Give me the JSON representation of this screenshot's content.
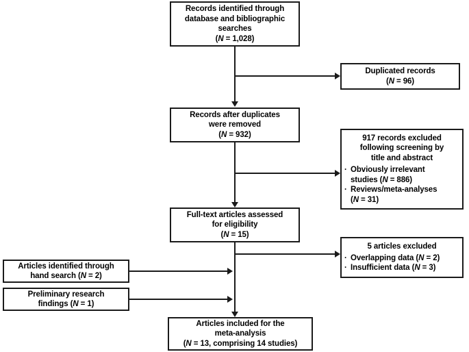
{
  "diagram": {
    "title": "PRISMA study selection flow diagram",
    "type": "flowchart",
    "accent_color": "#1a1a1a",
    "background_color": "#ffffff"
  },
  "boxes": {
    "identified": {
      "line1": "Records identified through",
      "line2": "database and bibliographic",
      "line3": "searches",
      "count_prefix": "(",
      "count_italic": "N",
      "count_value": " = 1,028)"
    },
    "duplicated": {
      "line1": "Duplicated records",
      "count_prefix": "(",
      "count_italic": "N",
      "count_value": " = 96)"
    },
    "after_duplicates": {
      "line1": "Records after duplicates",
      "line2": "were removed",
      "count_prefix": "(",
      "count_italic": "N",
      "count_value": " = 932)"
    },
    "screening_excluded": {
      "line1": "917 records excluded",
      "line2": "following screening by",
      "line3": "title and abstract",
      "bullet1_dot": "·",
      "bullet1_line1": "Obviously irrelevant",
      "bullet1_line2_pre": "studies (",
      "bullet1_line2_italic": "N",
      "bullet1_line2_post": " = 886)",
      "bullet2_dot": "·",
      "bullet2_line1": "Reviews/meta-analyses",
      "bullet2_line2_pre": "(",
      "bullet2_line2_italic": "N",
      "bullet2_line2_post": " = 31)"
    },
    "fulltext": {
      "line1": "Full-text articles assessed",
      "line2": "for eligibility",
      "count_prefix": "(",
      "count_italic": "N",
      "count_value": " = 15)"
    },
    "articles_excluded": {
      "line1": "5 articles excluded",
      "bullet1_dot": "·",
      "bullet1_pre": "Overlapping data (",
      "bullet1_italic": "N",
      "bullet1_post": " = 2)",
      "bullet2_dot": "·",
      "bullet2_pre": "Insufficient data (",
      "bullet2_italic": "N",
      "bullet2_post": " = 3)"
    },
    "hand_search": {
      "line1": "Articles identified through",
      "line2_pre": "hand search (",
      "line2_italic": "N",
      "line2_post": " = 2)"
    },
    "preliminary": {
      "line1": "Preliminary research",
      "line2_pre": "findings (",
      "line2_italic": "N",
      "line2_post": " = 1)"
    },
    "included": {
      "line1": "Articles included for the",
      "line2": "meta-analysis",
      "line3_pre": "(",
      "line3_italic": "N",
      "line3_post": " = 13, comprising 14 studies)"
    }
  }
}
